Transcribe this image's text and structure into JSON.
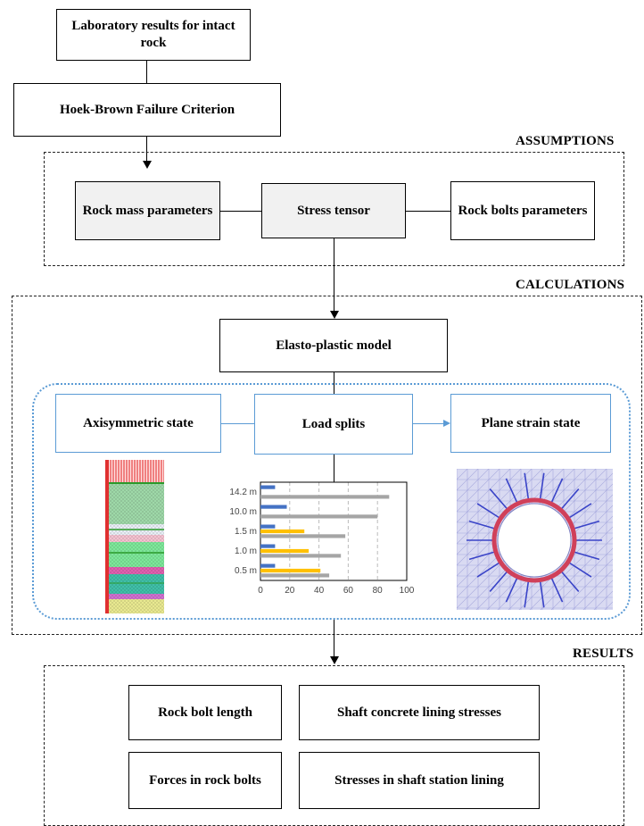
{
  "top": {
    "lab_results": "Laboratory results for intact rock",
    "hoek_brown": "Hoek-Brown Failure Criterion"
  },
  "assumptions": {
    "label": "ASSUMPTIONS",
    "rock_mass": "Rock mass parameters",
    "stress_tensor": "Stress tensor",
    "rock_bolts": "Rock bolts parameters"
  },
  "calculations": {
    "label": "CALCULATIONS",
    "elasto_plastic": "Elasto-plastic model",
    "axisymmetric": "Axisymmetric state",
    "load_splits": "Load splits",
    "plane_strain": "Plane strain state"
  },
  "results": {
    "label": "RESULTS",
    "rock_bolt_length": "Rock bolt length",
    "shaft_concrete": "Shaft concrete lining stresses",
    "forces_rock_bolts": "Forces in rock bolts",
    "stresses_station": "Stresses in shaft station lining"
  },
  "colors": {
    "blue": "#4472c4",
    "orange": "#ffc000",
    "grey": "#a5a5a5",
    "accent": "#5b9bd5"
  },
  "chart_data": {
    "type": "bar",
    "orientation": "horizontal",
    "categories": [
      "14.2 m",
      "10.0 m",
      "1.5 m",
      "1.0 m",
      "0.5 m"
    ],
    "series": [
      {
        "values": [
          10,
          18,
          10,
          10,
          10
        ],
        "color": "#4472c4"
      },
      {
        "values": [
          0,
          0,
          30,
          33,
          41
        ],
        "color": "#ffc000"
      },
      {
        "values": [
          88,
          80,
          58,
          55,
          47
        ],
        "color": "#a5a5a5"
      }
    ],
    "xlim": [
      0,
      100
    ],
    "xticks": [
      "0",
      "20",
      "40",
      "60",
      "80",
      "100"
    ],
    "grid": true
  }
}
